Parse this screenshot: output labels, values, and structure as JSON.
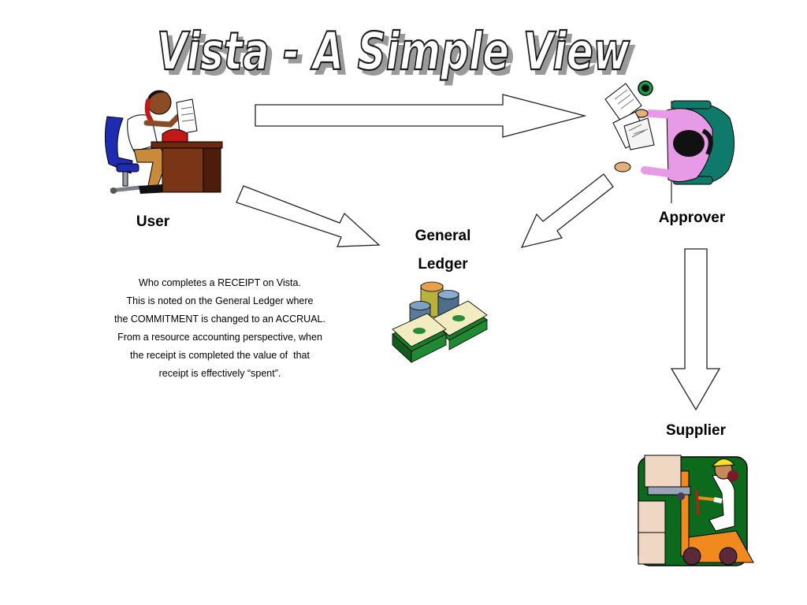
{
  "slide": {
    "title": "Vista - A Simple View",
    "colors": {
      "background": "#ffffff",
      "title_fill": "#ffffff",
      "title_shadow": "#9a9a9a",
      "arrow_fill": "#ffffff",
      "arrow_stroke": "#222222"
    }
  },
  "nodes": {
    "user": {
      "label": "User",
      "icon": "office-worker-on-phone-icon"
    },
    "approver": {
      "label": "Approver",
      "icon": "person-at-desk-top-view-icon"
    },
    "general_ledger": {
      "label_line1": "General",
      "label_line2": "Ledger",
      "icon": "money-stacks-icon"
    },
    "supplier": {
      "label": "Supplier",
      "icon": "forklift-worker-icon"
    }
  },
  "note": {
    "lines": [
      "Who completes a RECEIPT on Vista.",
      "This is noted on the General Ledger where",
      "the COMMITMENT is changed to an ACCRUAL.",
      "From a resource accounting perspective, when",
      "the receipt is completed the value of  that",
      "receipt is effectively “spent”."
    ]
  },
  "arrows": [
    {
      "from": "user",
      "to": "approver"
    },
    {
      "from": "user",
      "to": "general_ledger"
    },
    {
      "from": "approver",
      "to": "general_ledger"
    },
    {
      "from": "approver",
      "to": "supplier"
    }
  ]
}
